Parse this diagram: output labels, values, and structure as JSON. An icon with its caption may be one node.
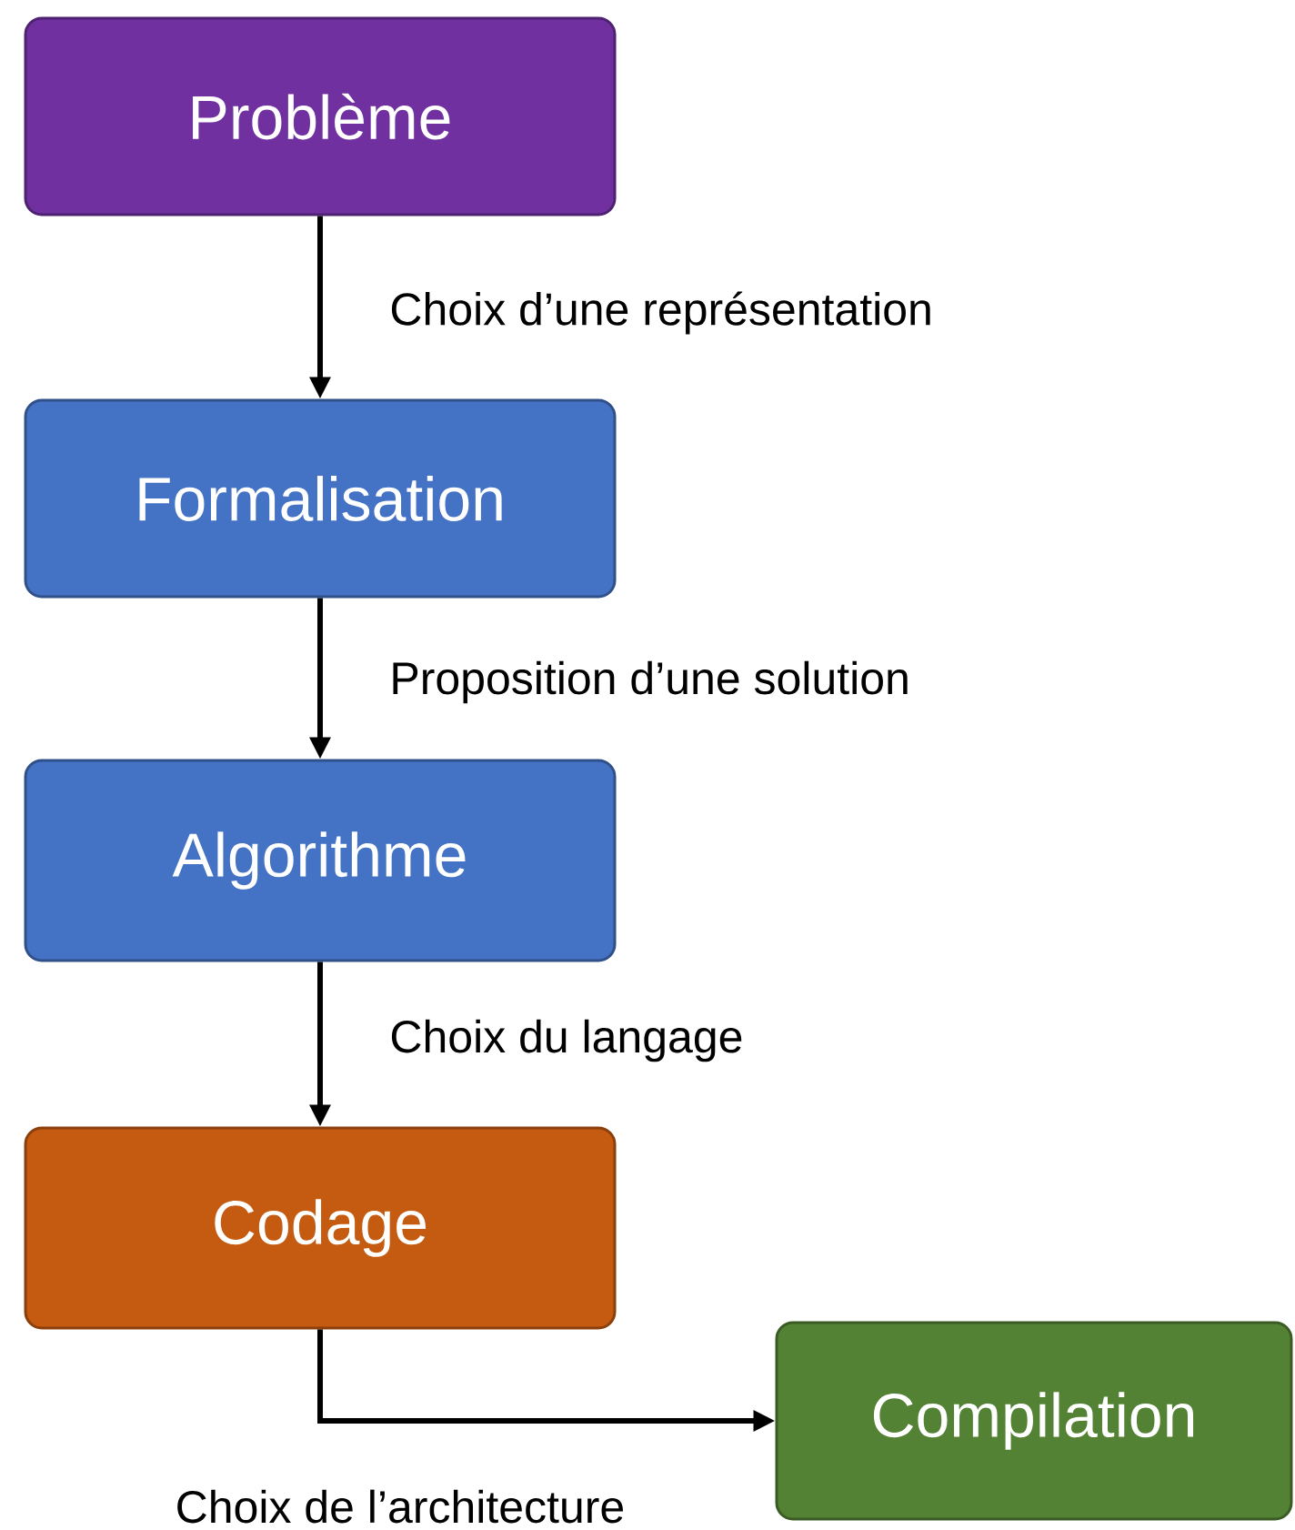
{
  "diagram": {
    "nodes": [
      {
        "text": [
          "Problème"
        ]
      },
      {
        "text": [
          "Formalisation"
        ]
      },
      {
        "text": [
          "Algorithme"
        ]
      },
      {
        "text": [
          "Codage"
        ]
      },
      {
        "text": [
          "Compilation"
        ]
      }
    ],
    "edges": [
      {
        "from": 0,
        "to": 1,
        "arrow": "to",
        "label": "Choix d’une représentation"
      },
      {
        "from": 1,
        "to": 2,
        "arrow": "to",
        "label": "Proposition d’une solution"
      },
      {
        "from": 2,
        "to": 3,
        "arrow": "to",
        "label": "Choix du langage"
      },
      {
        "from": 3,
        "to": 4,
        "arrow": "to",
        "label": "Choix de l’architecture"
      }
    ]
  }
}
